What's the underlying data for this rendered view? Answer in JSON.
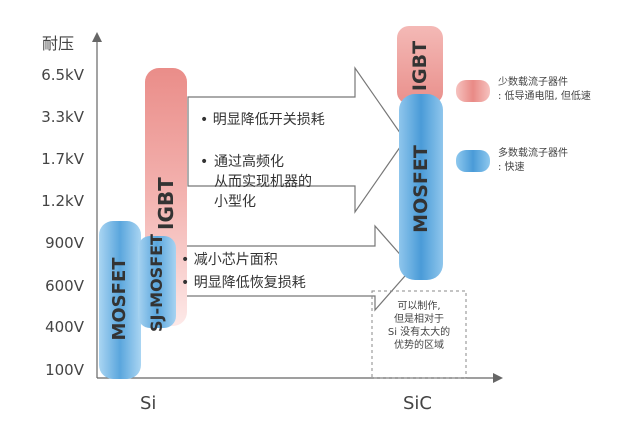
{
  "axis": {
    "y_title": "耐压",
    "y_ticks": [
      "6.5kV",
      "3.3kV",
      "1.7kV",
      "1.2kV",
      "900V",
      "600V",
      "400V",
      "100V"
    ],
    "x_labels": [
      "Si",
      "SiC"
    ]
  },
  "si": {
    "mosfet": "MOSFET",
    "sj_mosfet": "SJ-MOSFET",
    "igbt": "IGBT"
  },
  "sic": {
    "igbt": "IGBT",
    "mosfet": "MOSFET"
  },
  "upper_arrow": {
    "bullets": [
      "明显降低开关损耗",
      "通过高频化\n从而实现机器的\n小型化"
    ]
  },
  "lower_arrow": {
    "bullets": [
      "减小芯片面积",
      "明显降低恢复损耗"
    ]
  },
  "dashed_box": {
    "text": "可以制作,\n但是相对于\nSi 没有太大的\n优势的区域"
  },
  "legend": [
    {
      "line1": "少数载流子器件",
      "line2": ": 低导通电阻, 但低速",
      "color": "#e98a86"
    },
    {
      "line1": "多数载流子器件",
      "line2": ": 快速",
      "color": "#5fa8de"
    }
  ],
  "colors": {
    "minority": "#e98a86",
    "majority": "#5fa8de",
    "axis": "#666666"
  }
}
